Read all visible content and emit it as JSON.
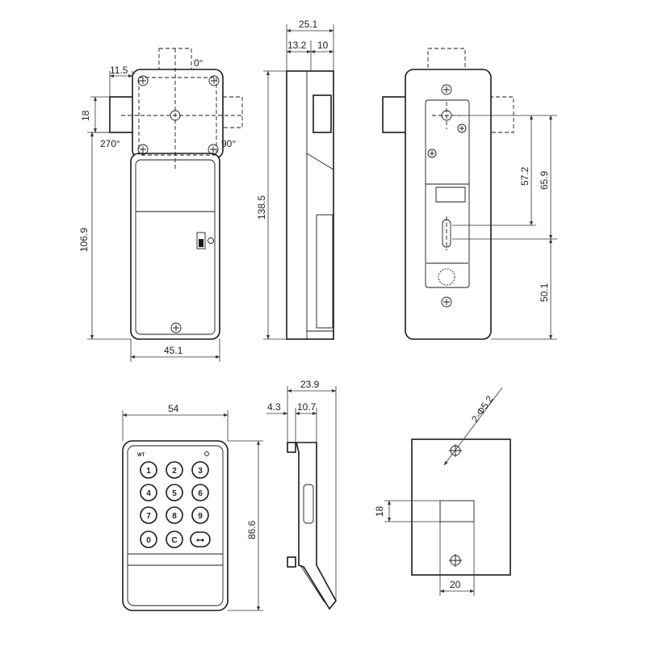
{
  "top_views": {
    "front": {
      "angle_labels": [
        "0°",
        "270°",
        "90°"
      ],
      "dims": {
        "cam_offset": "11.5",
        "cam_height": "18",
        "body_height": "106.9",
        "body_width": "45.1"
      }
    },
    "side": {
      "dims": {
        "overall_depth": "25.1",
        "depth_a": "13.2",
        "depth_b": "10",
        "overall_height": "138.5"
      }
    },
    "back": {
      "dims": {
        "dim_a": "57.2",
        "dim_b": "65.9",
        "dim_c": "50.1"
      }
    }
  },
  "bottom_views": {
    "keypad": {
      "brand": "WT",
      "keys": [
        "1",
        "2",
        "3",
        "4",
        "5",
        "6",
        "7",
        "8",
        "9",
        "0",
        "C",
        "⊶"
      ],
      "dims": {
        "width": "54",
        "height": "86.6"
      }
    },
    "keypad_side": {
      "dims": {
        "overall": "23.9",
        "a": "4.3",
        "b": "10.7"
      }
    },
    "cutout": {
      "dims": {
        "holes": "2-Φ5.2",
        "slot_height": "18",
        "slot_width": "20"
      }
    }
  }
}
